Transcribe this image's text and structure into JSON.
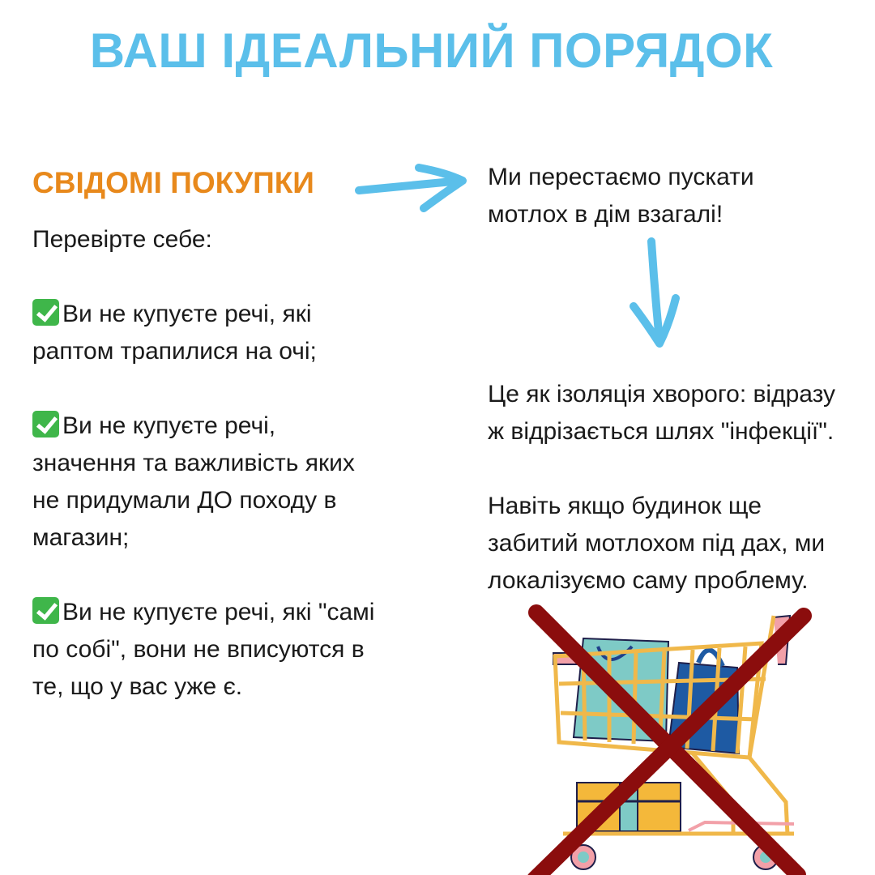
{
  "title": "ВАШ ІДЕАЛЬНИЙ ПОРЯДОК",
  "left": {
    "heading": "СВІДОМІ ПОКУПКИ",
    "intro": "Перевірте себе:",
    "items": [
      {
        "icon": "check-mark-button-icon",
        "text": "Ви не купуєте речі, які\nраптом трапилися на очі;"
      },
      {
        "icon": "check-mark-button-icon",
        "text": "Ви не купуєте речі,\nзначення та важливість яких\nне придумали ДО походу в\nмагазин;"
      },
      {
        "icon": "check-mark-button-icon",
        "text": "Ви не купуєте речі, які \"самі\nпо собі\", вони не вписуются в\nте, що у вас уже є."
      }
    ]
  },
  "right": {
    "p1": "Ми перестаємо пускати\nмотлох в дім взагалі!",
    "p2": "Це як ізоляція хворого: відразу\nж відрізається шлях \"інфекції\".",
    "p3": "Навіть якщо будинок ще\nзабитий мотлохом під дах, ми\nлокалізуємо саму проблему."
  },
  "colors": {
    "title": "#5bbfea",
    "heading": "#e8891c",
    "arrow": "#5bbfea",
    "cross": "#8b0d0d"
  }
}
